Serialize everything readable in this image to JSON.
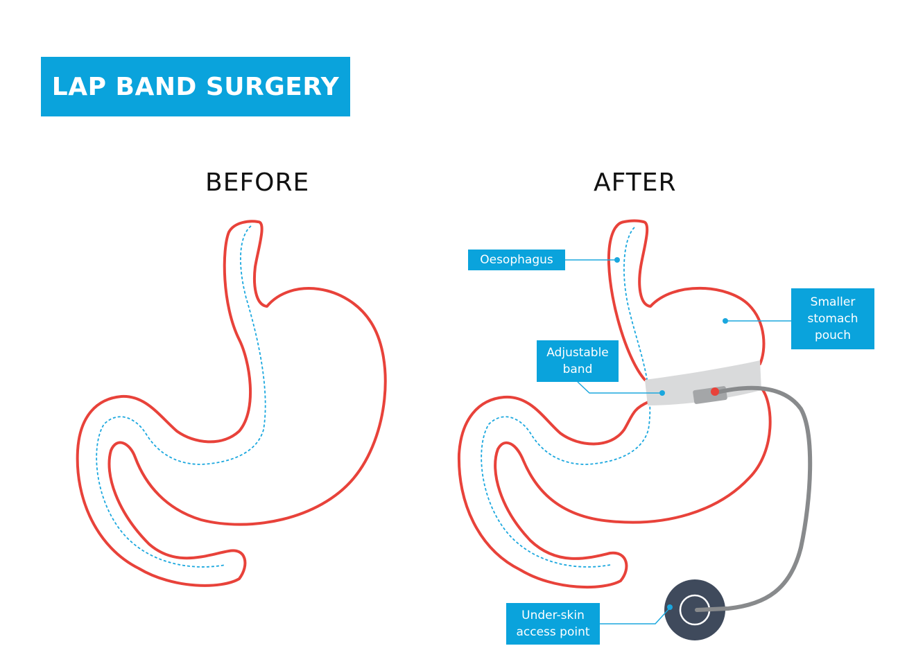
{
  "title": "LAP BAND SURGERY",
  "panels": {
    "before": {
      "heading": "BEFORE"
    },
    "after": {
      "heading": "AFTER"
    }
  },
  "labels": {
    "oesophagus": "Oesophagus",
    "smaller_stomach_pouch": "Smaller\nstomach\npouch",
    "adjustable_band": "Adjustable\nband",
    "access_point": "Under-skin\naccess point"
  },
  "colors": {
    "title_background": "#0aa3dc",
    "label_background": "#0aa3dc",
    "stomach_outline": "#e8423a",
    "inner_dashed_line": "#1aa7de",
    "band": "#d9dadb",
    "tube": "#888a8c",
    "port": "#3f4a5c",
    "valve_dot": "#e8423a"
  }
}
